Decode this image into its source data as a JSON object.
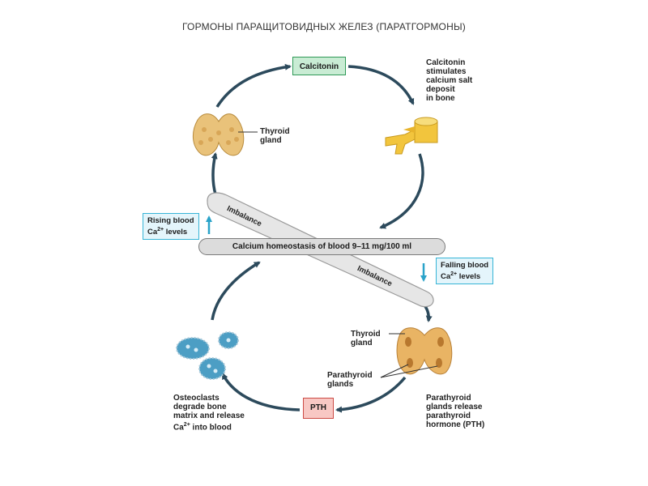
{
  "title": "ГОРМОНЫ ПАРАЩИТОВИДНЫХ ЖЕЛЕЗ (ПАРАТГОРМОНЫ)",
  "calcitonin": "Calcitonin",
  "calcitonin_effect": [
    "Calcitonin",
    "stimulates",
    "calcium salt",
    "deposit",
    "in bone"
  ],
  "thyroid_top": [
    "Thyroid",
    "gland"
  ],
  "rising": [
    "Rising blood",
    "Ca2+ levels"
  ],
  "falling": [
    "Falling blood",
    "Ca2+ levels"
  ],
  "homeostasis": "Calcium homeostasis of blood 9–11 mg/100 ml",
  "imbalance_top": "Imbalance",
  "imbalance_bottom": "Imbalance",
  "thyroid_bottom": [
    "Thyroid",
    "gland"
  ],
  "parathyroid": [
    "Parathyroid",
    "glands"
  ],
  "parathyroid_effect": [
    "Parathyroid",
    "glands release",
    "parathyroid",
    "hormone (PTH)"
  ],
  "pth": "PTH",
  "osteoclasts": [
    "Osteoclasts",
    "degrade bone",
    "matrix and release",
    "Ca2+ into blood"
  ],
  "colors": {
    "arrow": "#2c4a5c",
    "calcitonin_fill": "#c9ecd4",
    "calcitonin_border": "#2f9a57",
    "pth_fill": "#f8c8c4",
    "pth_border": "#cc4b45",
    "level_border": "#37b5d7",
    "level_arrow": "#2aa3c9",
    "gland": "#e9c27a",
    "bone": "#f2c53d",
    "osteoclast": "#4c9ec4"
  },
  "icons": [
    "thyroid-gland-icon",
    "bone-icon",
    "parathyroid-gland-icon",
    "osteoclast-icon"
  ]
}
